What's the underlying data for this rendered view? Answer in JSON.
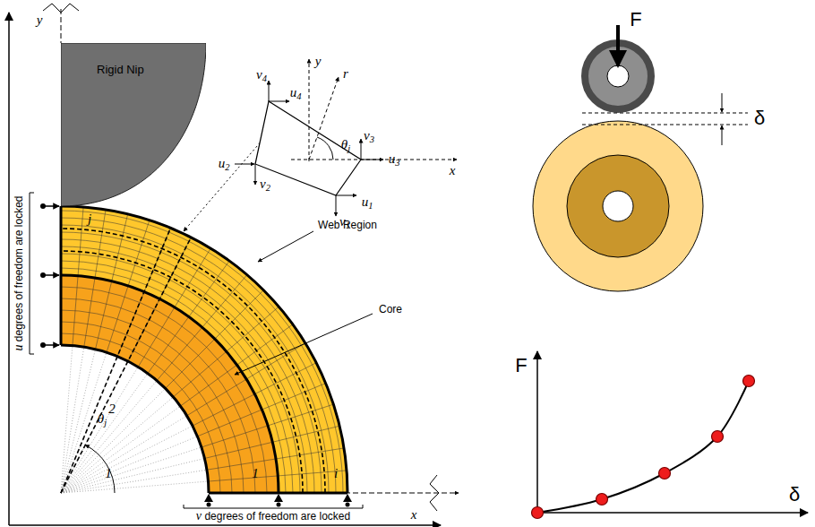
{
  "diagram": {
    "nodes": [
      {
        "text": [
          "Rigid Nip"
        ]
      }
    ],
    "labels": [
      "y",
      "x",
      "u degrees of freedom are locked",
      "v degrees of freedom are locked",
      "Web Region",
      "Core",
      "θj",
      "1",
      "2",
      "1",
      "i",
      "j",
      "v4",
      "u4",
      "y",
      "r",
      "v3",
      "x",
      "u3",
      "u2",
      "v2",
      "u1",
      "v1",
      "θj",
      "F",
      "δ",
      "F",
      "δ"
    ]
  }
}
